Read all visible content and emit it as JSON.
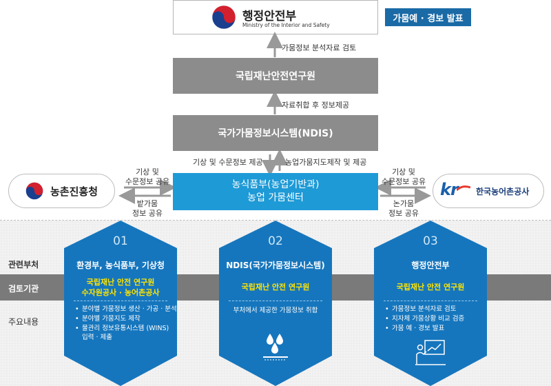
{
  "ministry": {
    "name": "행정안전부",
    "english": "Ministry of the Interior and Safety"
  },
  "warning_label": "가뭄예 · 경보 발표",
  "arrow_labels": {
    "review": "가뭄정보 분석자료 검토",
    "collect": "자료취합 후 정보제공"
  },
  "institute": "국립재난안전연구원",
  "ndis": "국가가뭄정보시스템(NDIS)",
  "ndis_labels": {
    "weather": "기상 및 수문정보 제공",
    "agri": "농업가뭄지도제작 및 제공"
  },
  "center": {
    "line1": "농식품부(농업기반과)",
    "line2": "농업 가뭄센터"
  },
  "left_org": {
    "name": "농촌진흥청",
    "to_center": [
      "기상 및",
      "수문정보 공유"
    ],
    "from_center": [
      "밭가뭄",
      "정보 공유"
    ]
  },
  "right_org": {
    "name": "한국농어촌공사",
    "logo": "kr",
    "to_center": [
      "기상 및",
      "수문정보 공유"
    ],
    "from_center": [
      "논가뭄",
      "정보 공유"
    ]
  },
  "row_labels": {
    "ministry": "관련부처",
    "review": "검토기관",
    "content": "주요내용"
  },
  "hexagons": [
    {
      "number": "01",
      "ministry": "환경부, 농식품부, 기상청",
      "review": [
        "국립재난 안전 연구원",
        "수자원공사 · 농어촌공사"
      ],
      "items": [
        [
          "분야별 가뭄정보 생산 · 가공 · 분석"
        ],
        [
          "분야별 가뭄지도 제작"
        ],
        [
          "물관리 정보유통시스템 (WINS)",
          "입력 · 제출"
        ]
      ],
      "icon": ""
    },
    {
      "number": "02",
      "ministry": "NDIS(국가가뭄정보시스템)",
      "review": [
        "국립재난 안전 연구원"
      ],
      "items": [
        [
          "부처에서 제공한 가뭄정보 취합"
        ]
      ],
      "icon": "water-drops-icon"
    },
    {
      "number": "03",
      "ministry": "행정안전부",
      "review": [
        "국립재난 안전 연구원"
      ],
      "items": [
        [
          "가뭄정보 분석자료 검토"
        ],
        [
          "지자체 가뭄상황 비교 검증"
        ],
        [
          "가뭄 예 · 경보 발표"
        ]
      ],
      "icon": "presentation-icon"
    }
  ],
  "colors": {
    "hex_blue": "#1676bd",
    "center_blue": "#1e9ad6",
    "grey_box": "#8c8c8c",
    "band": "#7a7a7a",
    "review_text": "#ffe400"
  }
}
